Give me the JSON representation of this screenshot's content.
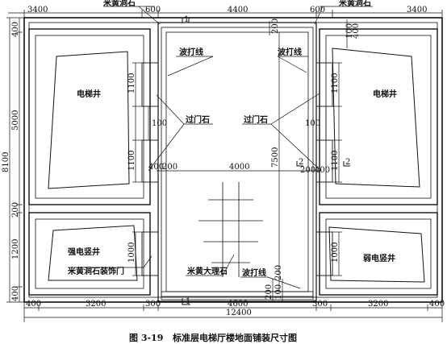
{
  "labels": {
    "limestone_top_left": "米黄洞石",
    "limestone_top_right": "米黄洞石",
    "wave_line_left": "波打线",
    "wave_line_right": "波打线",
    "wave_line_bottom": "波打线",
    "elevator_shaft_left": "电梯井",
    "elevator_shaft_right": "电梯井",
    "threshold_left": "过门石",
    "threshold_right": "过门石",
    "strong_shaft": "强电竖井",
    "weak_shaft": "弱电竖井",
    "limestone_door": "米黄洞石装饰门",
    "marble": "米黄大理石"
  },
  "markers": {
    "section_top": "1",
    "section_bottom": "1",
    "section_right_a": "2",
    "section_right_b": "2"
  },
  "dimensions": {
    "top": [
      "3400",
      "600",
      "4400",
      "600",
      "3400"
    ],
    "bottom": [
      "400",
      "3200",
      "300",
      "4600",
      "300",
      "3200",
      "400"
    ],
    "total_width": "12400",
    "left_vertical": [
      "400",
      "5000",
      "200",
      "1200",
      "400"
    ],
    "total_height": "8100",
    "left_door": [
      "1100",
      "100",
      "1100"
    ],
    "right_door": [
      "1100",
      "100",
      "1100"
    ],
    "left_lower_door": "1000",
    "right_lower_door": "1000",
    "mid_row": [
      "400",
      "200",
      "4000",
      "200",
      "400"
    ],
    "top_right_small": [
      "100",
      "400"
    ],
    "center_vertical": "7500",
    "top_center_small": "200",
    "bottom_center_small": [
      "200",
      "100",
      "200"
    ]
  },
  "caption": {
    "figure_no": "图 3-19",
    "title": "标准层电梯厅楼地面铺装尺寸图"
  }
}
